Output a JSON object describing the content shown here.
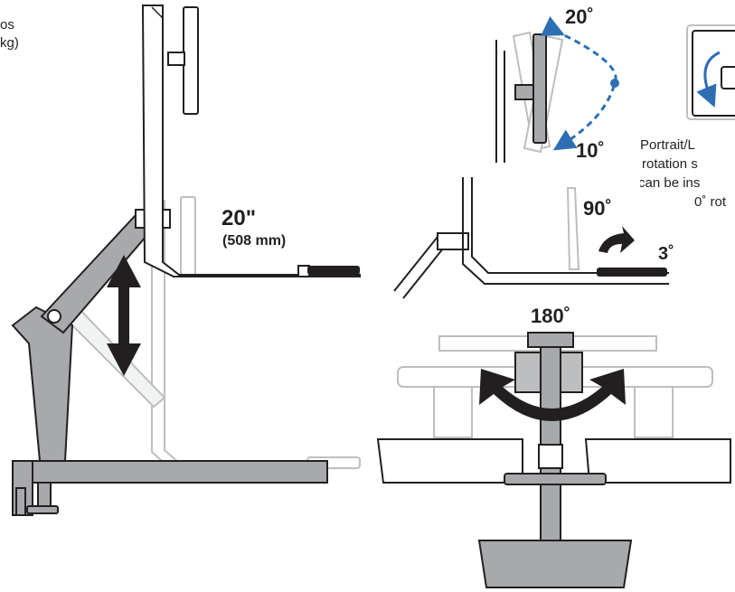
{
  "side_caption": {
    "line1": "os",
    "line2": "kg)"
  },
  "lift": {
    "value": "20\"",
    "metric": "(508 mm)"
  },
  "tilt": {
    "up": "20˚",
    "down": "10˚"
  },
  "keyboard_tilt": {
    "up": "90˚",
    "down": "3˚"
  },
  "swivel": {
    "value": "180˚"
  },
  "rotation_caption": {
    "line1": "Portrait/L",
    "line2": "rotation s",
    "line3": "can be ins",
    "line4": "0˚ rot"
  },
  "colors": {
    "line": "#231f20",
    "arm": "#a7a9ac",
    "ghost": "#d1d3d4",
    "accent": "#2e6fb4"
  }
}
